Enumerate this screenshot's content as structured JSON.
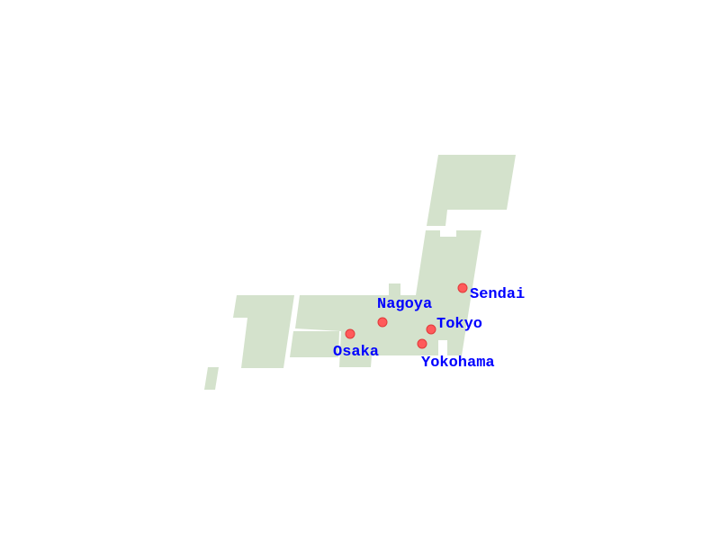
{
  "map": {
    "land_color": "#d4e2cc",
    "marker_color": "#ff5a5a",
    "label_color": "#0000ff",
    "cities": [
      {
        "name": "Sendai"
      },
      {
        "name": "Nagoya"
      },
      {
        "name": "Tokyo"
      },
      {
        "name": "Osaka"
      },
      {
        "name": "Yokohama"
      }
    ]
  }
}
